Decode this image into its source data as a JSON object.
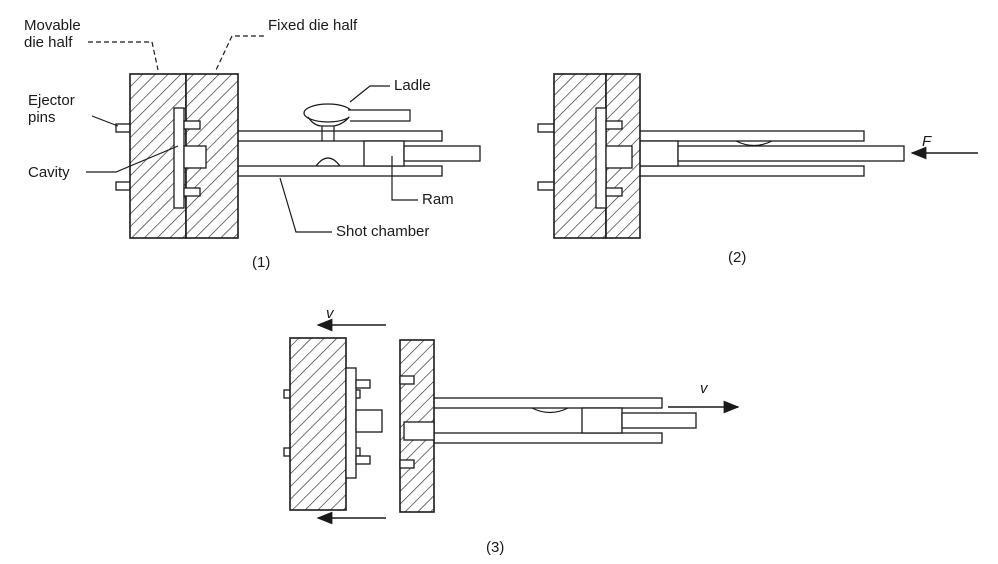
{
  "labels": {
    "movable_die_half": "Movable\ndie half",
    "fixed_die_half": "Fixed die half",
    "ladle": "Ladle",
    "ejector_pins": "Ejector\npins",
    "cavity": "Cavity",
    "ram": "Ram",
    "shot_chamber": "Shot chamber",
    "force": "F",
    "velocity": "v"
  },
  "steps": [
    "(1)",
    "(2)",
    "(3)"
  ]
}
